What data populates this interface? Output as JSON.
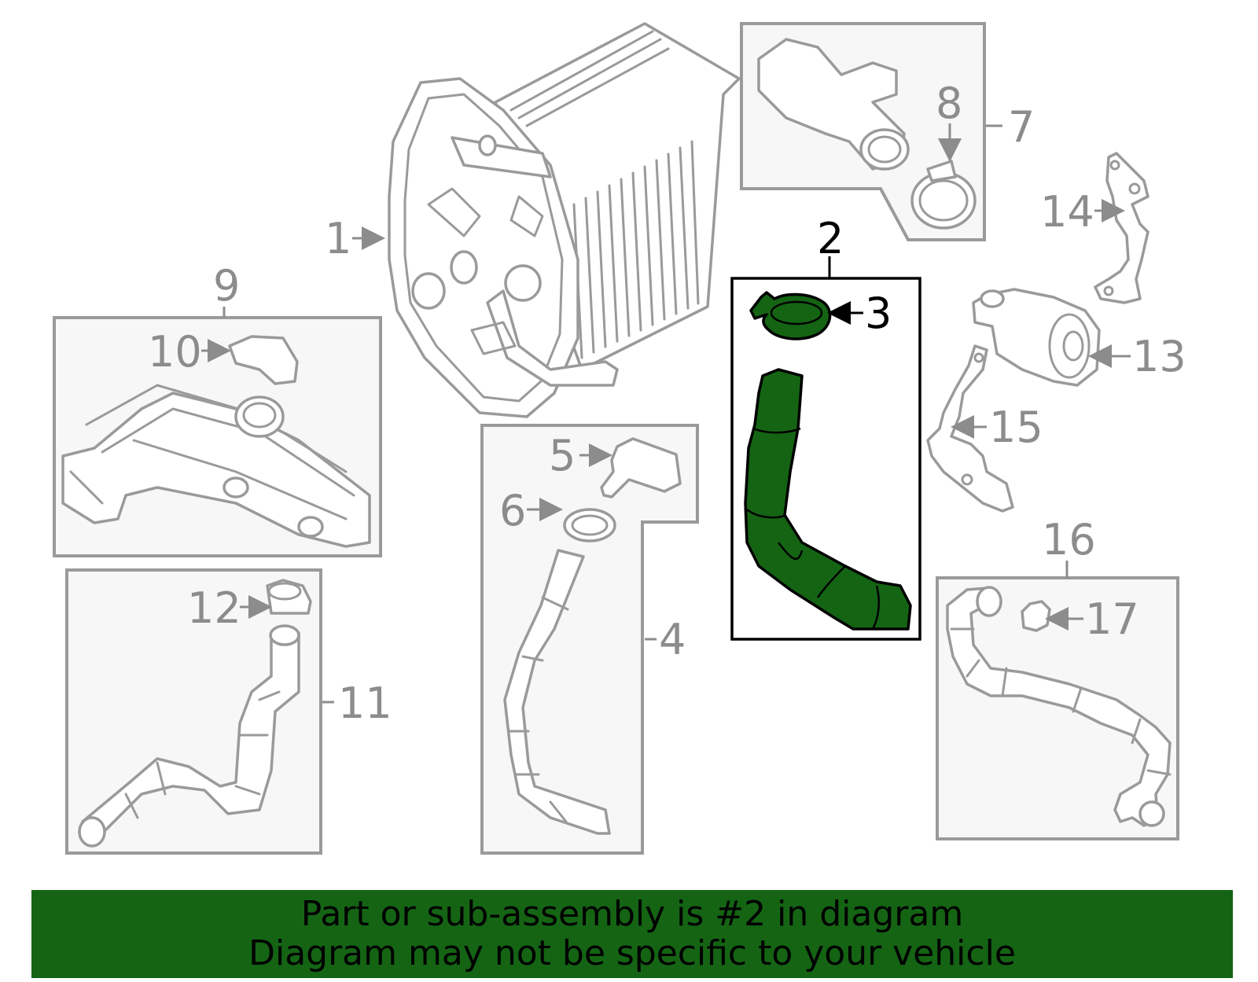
{
  "callouts": {
    "c1": "1",
    "c2": "2",
    "c3": "3",
    "c4": "4",
    "c5": "5",
    "c6": "6",
    "c7": "7",
    "c8": "8",
    "c9": "9",
    "c10": "10",
    "c11": "11",
    "c12": "12",
    "c13": "13",
    "c14": "14",
    "c15": "15",
    "c16": "16",
    "c17": "17"
  },
  "highlight": {
    "part_number": "2",
    "color": "#146414"
  },
  "banner": {
    "line1": "Part or sub-assembly is #2 in diagram",
    "line2": "Diagram may not be specific to your vehicle",
    "background": "#146414"
  }
}
